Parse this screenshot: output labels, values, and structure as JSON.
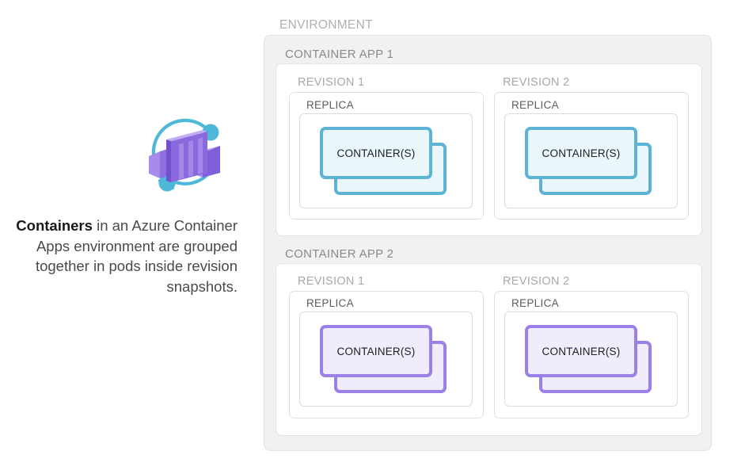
{
  "caption": {
    "lead": "Containers",
    "rest": " in an Azure Container Apps environment are grouped together in pods inside revision snapshots."
  },
  "icon": {
    "name": "azure-container-apps-icon",
    "cube_color": "#9a7fe0",
    "cube_color_light": "#b9a3ef",
    "cube_color_dark": "#8463d8",
    "orbit_color": "#4fb8d8"
  },
  "diagram": {
    "environment_label": "ENVIRONMENT",
    "apps": [
      {
        "label": "CONTAINER APP 1",
        "accent": "#5cb3d3",
        "fill": "#e9f6fb",
        "revisions": [
          {
            "label": "REVISION 1",
            "replica_label": "REPLICA",
            "container_label": "CONTAINER(S)"
          },
          {
            "label": "REVISION 2",
            "replica_label": "REPLICA",
            "container_label": "CONTAINER(S)"
          }
        ]
      },
      {
        "label": "CONTAINER APP 2",
        "accent": "#9b80e8",
        "fill": "#f0ecfb",
        "revisions": [
          {
            "label": "REVISION 1",
            "replica_label": "REPLICA",
            "container_label": "CONTAINER(S)"
          },
          {
            "label": "REVISION 2",
            "replica_label": "REPLICA",
            "container_label": "CONTAINER(S)"
          }
        ]
      }
    ]
  }
}
